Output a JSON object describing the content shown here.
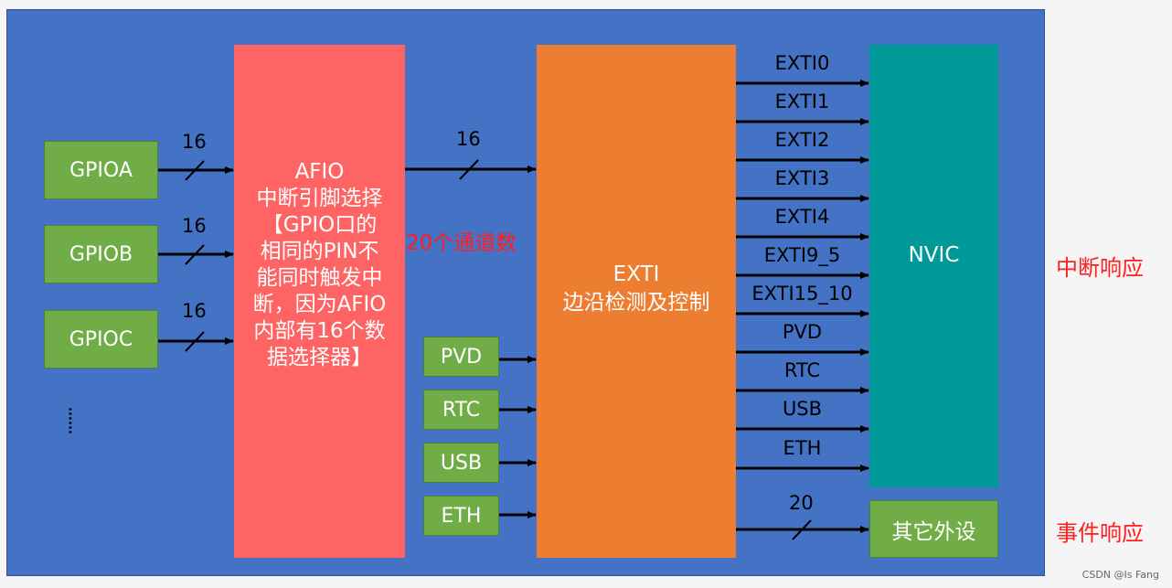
{
  "gpio_ports": [
    "GPIOA",
    "GPIOB",
    "GPIOC"
  ],
  "gpio_bus_width": "16",
  "ellipsis": "······",
  "afio_text": "AFIO\n中断引脚选择\n【GPIO口的\n相同的PIN不\n能同时触发中\n断，因为AFIO\n内部有16个数\n据选择器】",
  "afio_to_exti_width": "16",
  "channel_note": "20个通道数",
  "extra_sources": [
    "PVD",
    "RTC",
    "USB",
    "ETH"
  ],
  "exti_text": "EXTI\n边沿检测及控制",
  "exti_outputs": [
    "EXTI0",
    "EXTI1",
    "EXTI2",
    "EXTI3",
    "EXTI4",
    "EXTI9_5",
    "EXTI15_10",
    "PVD",
    "RTC",
    "USB",
    "ETH"
  ],
  "nvic_label": "NVIC",
  "event_width": "20",
  "other_peripherals": "其它外设",
  "interrupt_response": "中断响应",
  "event_response": "事件响应",
  "footer": "CSDN @Is Fang"
}
